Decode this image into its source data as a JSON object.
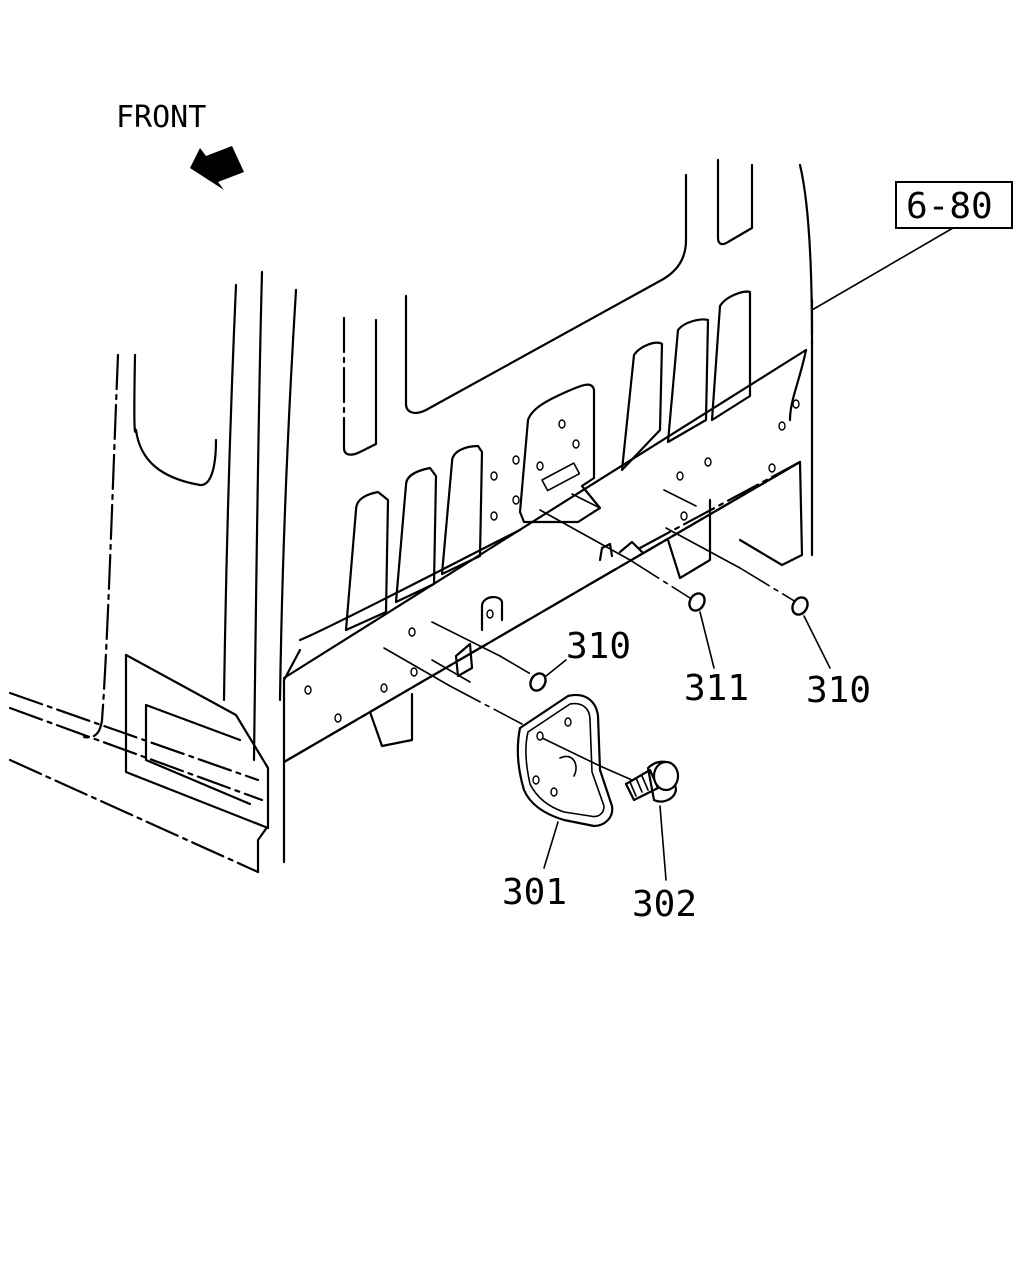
{
  "orientation": {
    "front_label": "FRONT",
    "arrow_icon": "front-direction-arrow-icon"
  },
  "reference": {
    "label": "6-80"
  },
  "callouts": [
    {
      "id": "301",
      "label": "301"
    },
    {
      "id": "302",
      "label": "302"
    },
    {
      "id": "310-left",
      "label": "310"
    },
    {
      "id": "311",
      "label": "311"
    },
    {
      "id": "310-right",
      "label": "310"
    }
  ]
}
